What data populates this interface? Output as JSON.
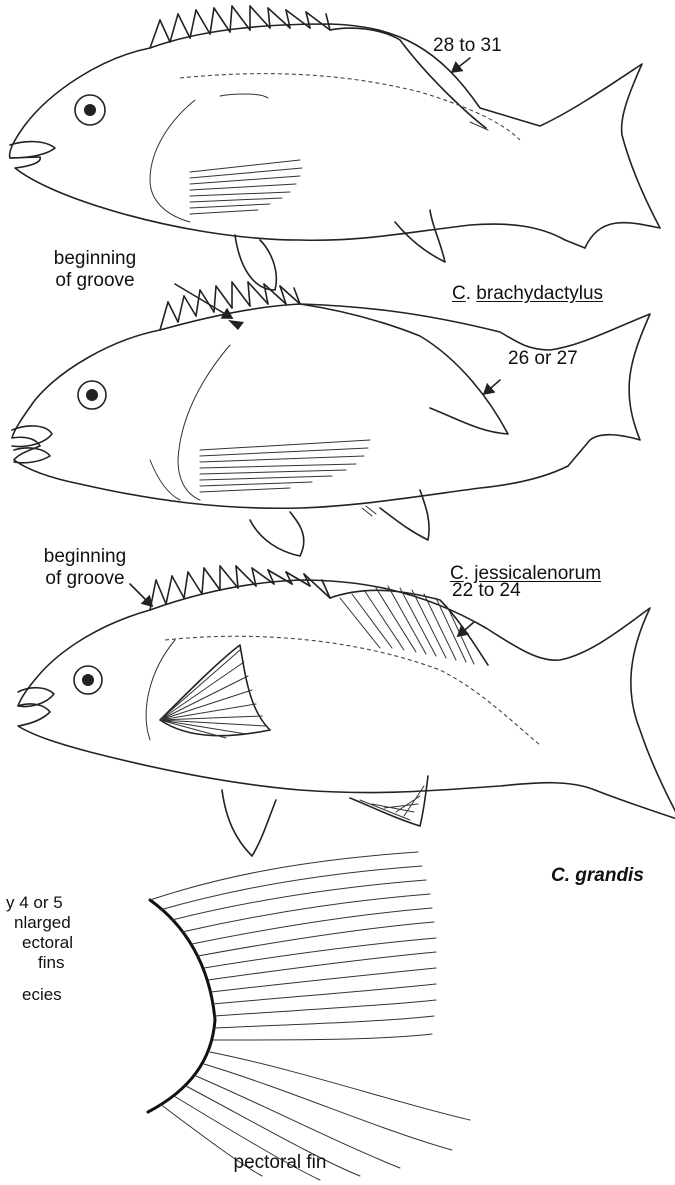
{
  "fish_1": {
    "ray_count": "28 to 31",
    "species_genus": "C",
    "species_name": "brachydactylus"
  },
  "fish_2": {
    "groove_label_line1": "beginning",
    "groove_label_line2": "of groove",
    "ray_count": "26 or 27",
    "species_genus": "C",
    "species_name": "jessicalenorum"
  },
  "fish_3": {
    "groove_label_line1": "beginning",
    "groove_label_line2": "of groove",
    "ray_count": "22 to 24",
    "species_name": "C. grandis"
  },
  "fin_note": {
    "lines": [
      "y 4 or 5",
      "nlarged",
      "ectoral",
      "fins",
      "ecies"
    ]
  },
  "pectoral_fin_caption": "pectoral fin"
}
